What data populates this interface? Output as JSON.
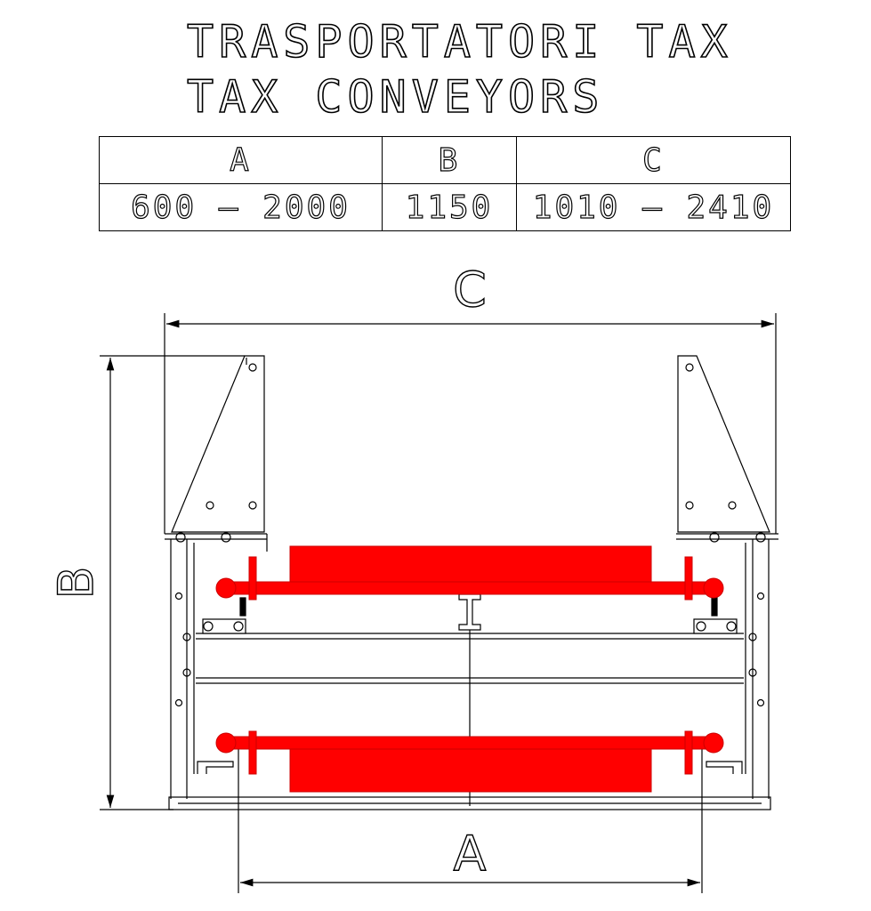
{
  "title": {
    "line1": "TRASPORTATORI TAX",
    "line2": "TAX CONVEYORS"
  },
  "dimensions_table": {
    "headers": [
      "A",
      "B",
      "C"
    ],
    "values": [
      "600 – 2000",
      "1150",
      "1010 – 2410"
    ]
  },
  "drawing": {
    "dimension_labels": {
      "top": "C",
      "left": "B",
      "bottom": "A"
    },
    "colors": {
      "rollers": "#ff0000",
      "lines": "#000000"
    }
  }
}
